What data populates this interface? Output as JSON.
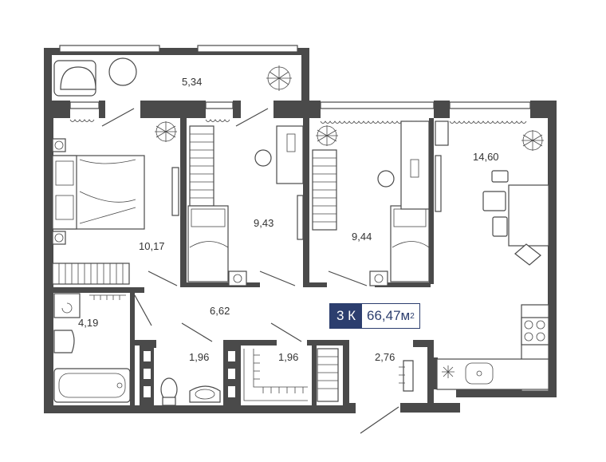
{
  "rooms": [
    {
      "id": "balcony",
      "area": "5,34"
    },
    {
      "id": "bedroom",
      "area": "10,17"
    },
    {
      "id": "room-2",
      "area": "9,43"
    },
    {
      "id": "room-3",
      "area": "9,44"
    },
    {
      "id": "kitchen",
      "area": "14,60"
    },
    {
      "id": "hall",
      "area": "6,62"
    },
    {
      "id": "bathroom",
      "area": "4,19"
    },
    {
      "id": "wc",
      "area": "1,96"
    },
    {
      "id": "wardrobe",
      "area": "1,96"
    },
    {
      "id": "entrance",
      "area": "2,76"
    }
  ],
  "summary": {
    "rooms_label": "3 К",
    "total_area": "66,47",
    "unit": "м",
    "unit_sup": "2"
  },
  "colors": {
    "wall": "#4a4a4a",
    "badge": "#2c3e6e"
  }
}
